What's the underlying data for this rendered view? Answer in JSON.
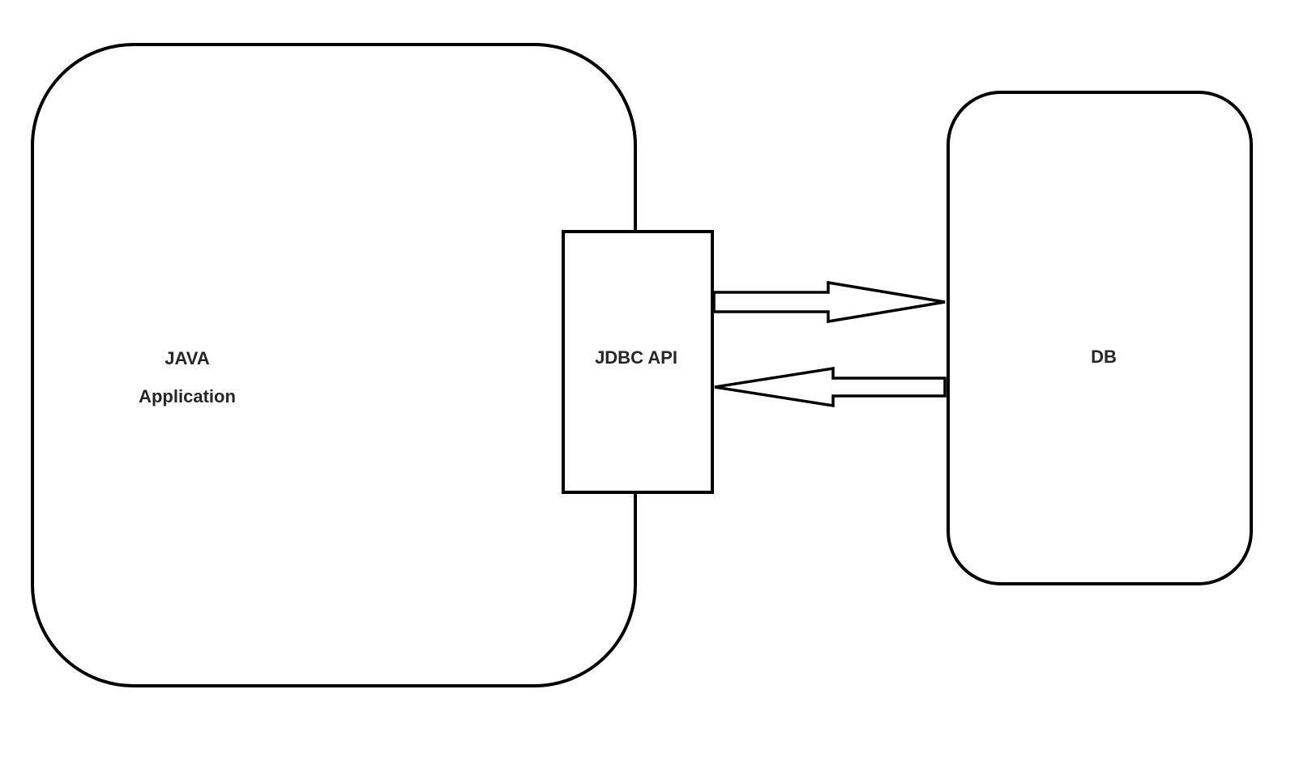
{
  "diagram": {
    "nodes": {
      "java_app": {
        "line1": "JAVA",
        "line2": "Application"
      },
      "jdbc_api": {
        "label": "JDBC API"
      },
      "db": {
        "label": "DB"
      }
    },
    "edges": [
      {
        "from": "jdbc_api",
        "to": "db"
      },
      {
        "from": "db",
        "to": "jdbc_api"
      }
    ],
    "colors": {
      "stroke": "#000000",
      "fill": "#ffffff",
      "text": "#262626"
    }
  }
}
